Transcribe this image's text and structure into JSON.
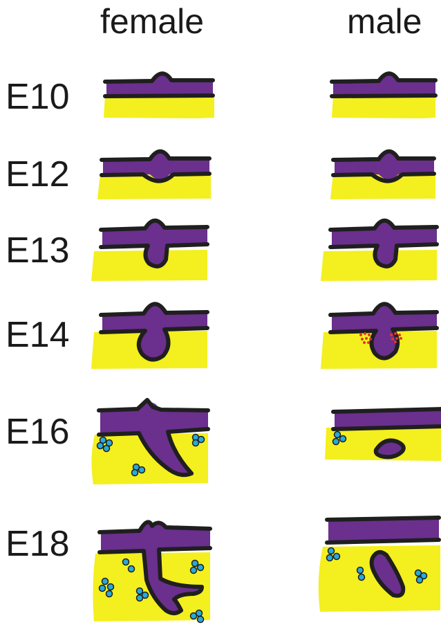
{
  "columns": {
    "female": "female",
    "male": "male"
  },
  "stages": [
    {
      "label": "E10"
    },
    {
      "label": "E12"
    },
    {
      "label": "E13"
    },
    {
      "label": "E14"
    },
    {
      "label": "E16"
    },
    {
      "label": "E18"
    }
  ],
  "colors": {
    "epithelium": "#6b2f8e",
    "mesenchyme": "#f4ef1e",
    "outline": "#1f1f1f",
    "cell": "#2aa9d9",
    "condensation": "#e2352b"
  }
}
